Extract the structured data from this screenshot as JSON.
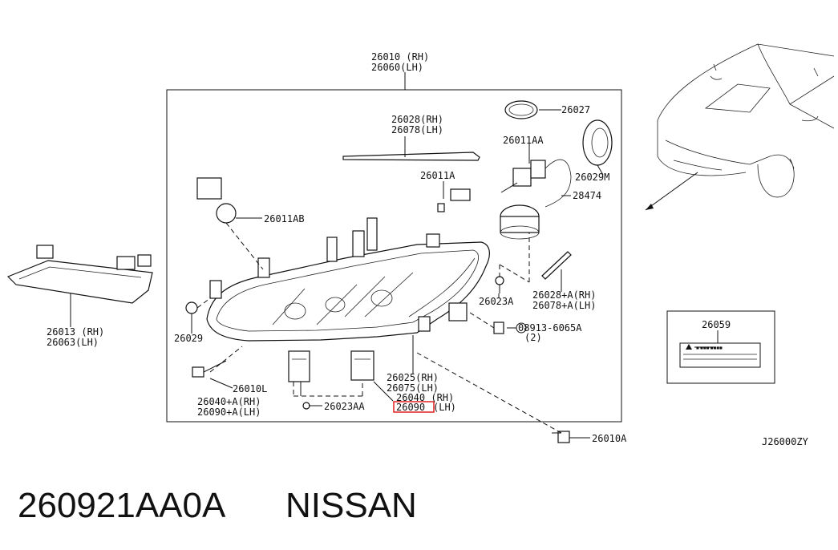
{
  "colors": {
    "ink": "#111111",
    "highlight": "#e02020",
    "background": "#ffffff"
  },
  "labels": {
    "assembly": [
      "26010 (RH)",
      "26060(LH)"
    ],
    "seal_strip": [
      "26028(RH)",
      "26078(LH)"
    ],
    "o_ring": "26027",
    "bulb_hid": "26011AA",
    "cap": "26029M",
    "harness": "28474",
    "bulb_small": "26011A",
    "bulb_turn": "26011AB",
    "socket": "26029",
    "bolt_left": "26010L",
    "clip_screw": "26023A",
    "seal_plus": [
      "26028+A(RH)",
      "26078+A(LH)"
    ],
    "nut": [
      "08913-6065A",
      "(2)"
    ],
    "bracket": [
      "26025(RH)",
      "26075(LH)"
    ],
    "actuator_a": [
      "26040+A(RH)",
      "26090+A(LH)"
    ],
    "screw_aa": "26023AA",
    "actuator_b_rh": "26040 (RH)",
    "actuator_b_lh_code": "26090",
    "actuator_b_lh_side": "(LH)",
    "lamp_trim": [
      "26013 (RH)",
      "26063(LH)"
    ],
    "bolt_right": "26010A",
    "caution_label": "26059",
    "label_text_line": "■ ■■■ ■■■■",
    "diagram_ref": "J26000ZY"
  },
  "caption": {
    "part_number": "260921AA0A",
    "brand": "NISSAN"
  },
  "icons": [
    "headlamp-assembly",
    "vehicle-outline",
    "bulb-icon",
    "bolt-icon",
    "caution-sticker"
  ]
}
